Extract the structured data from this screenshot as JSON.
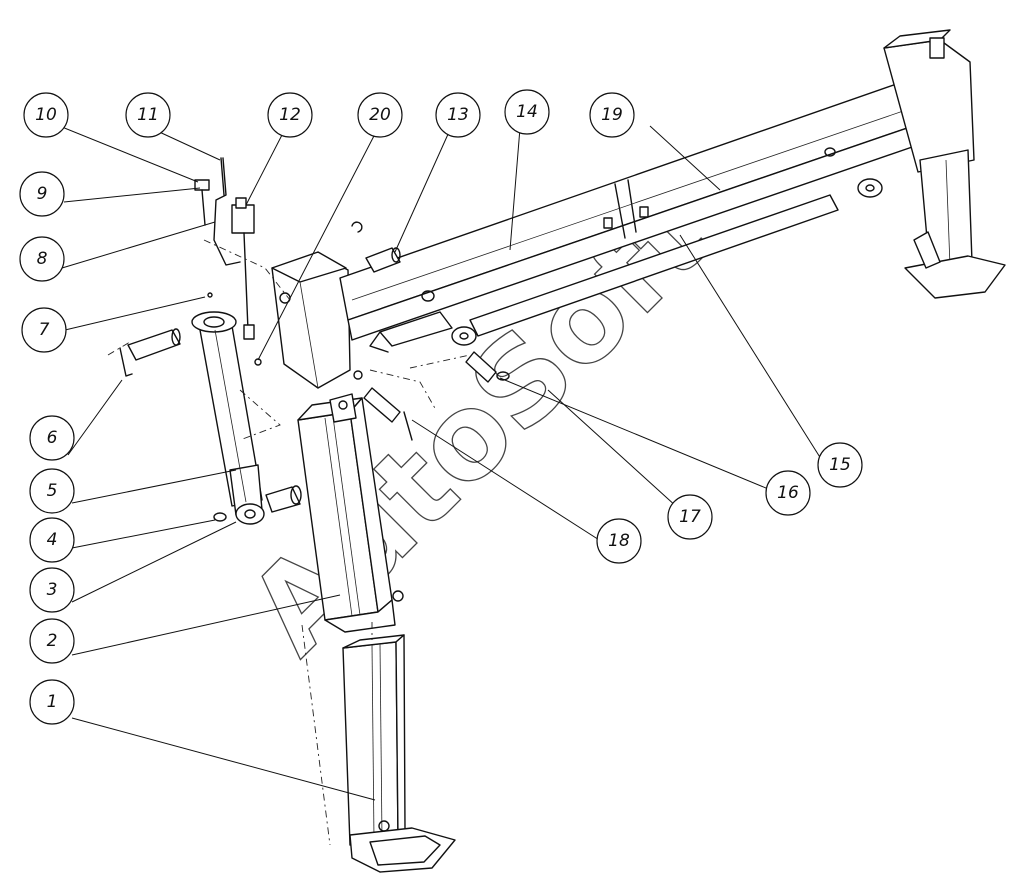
{
  "watermark": "AutoSoft",
  "callouts": [
    "1",
    "2",
    "3",
    "4",
    "5",
    "6",
    "7",
    "8",
    "9",
    "10",
    "11",
    "12",
    "13",
    "14",
    "15",
    "16",
    "17",
    "18",
    "19",
    "20"
  ]
}
